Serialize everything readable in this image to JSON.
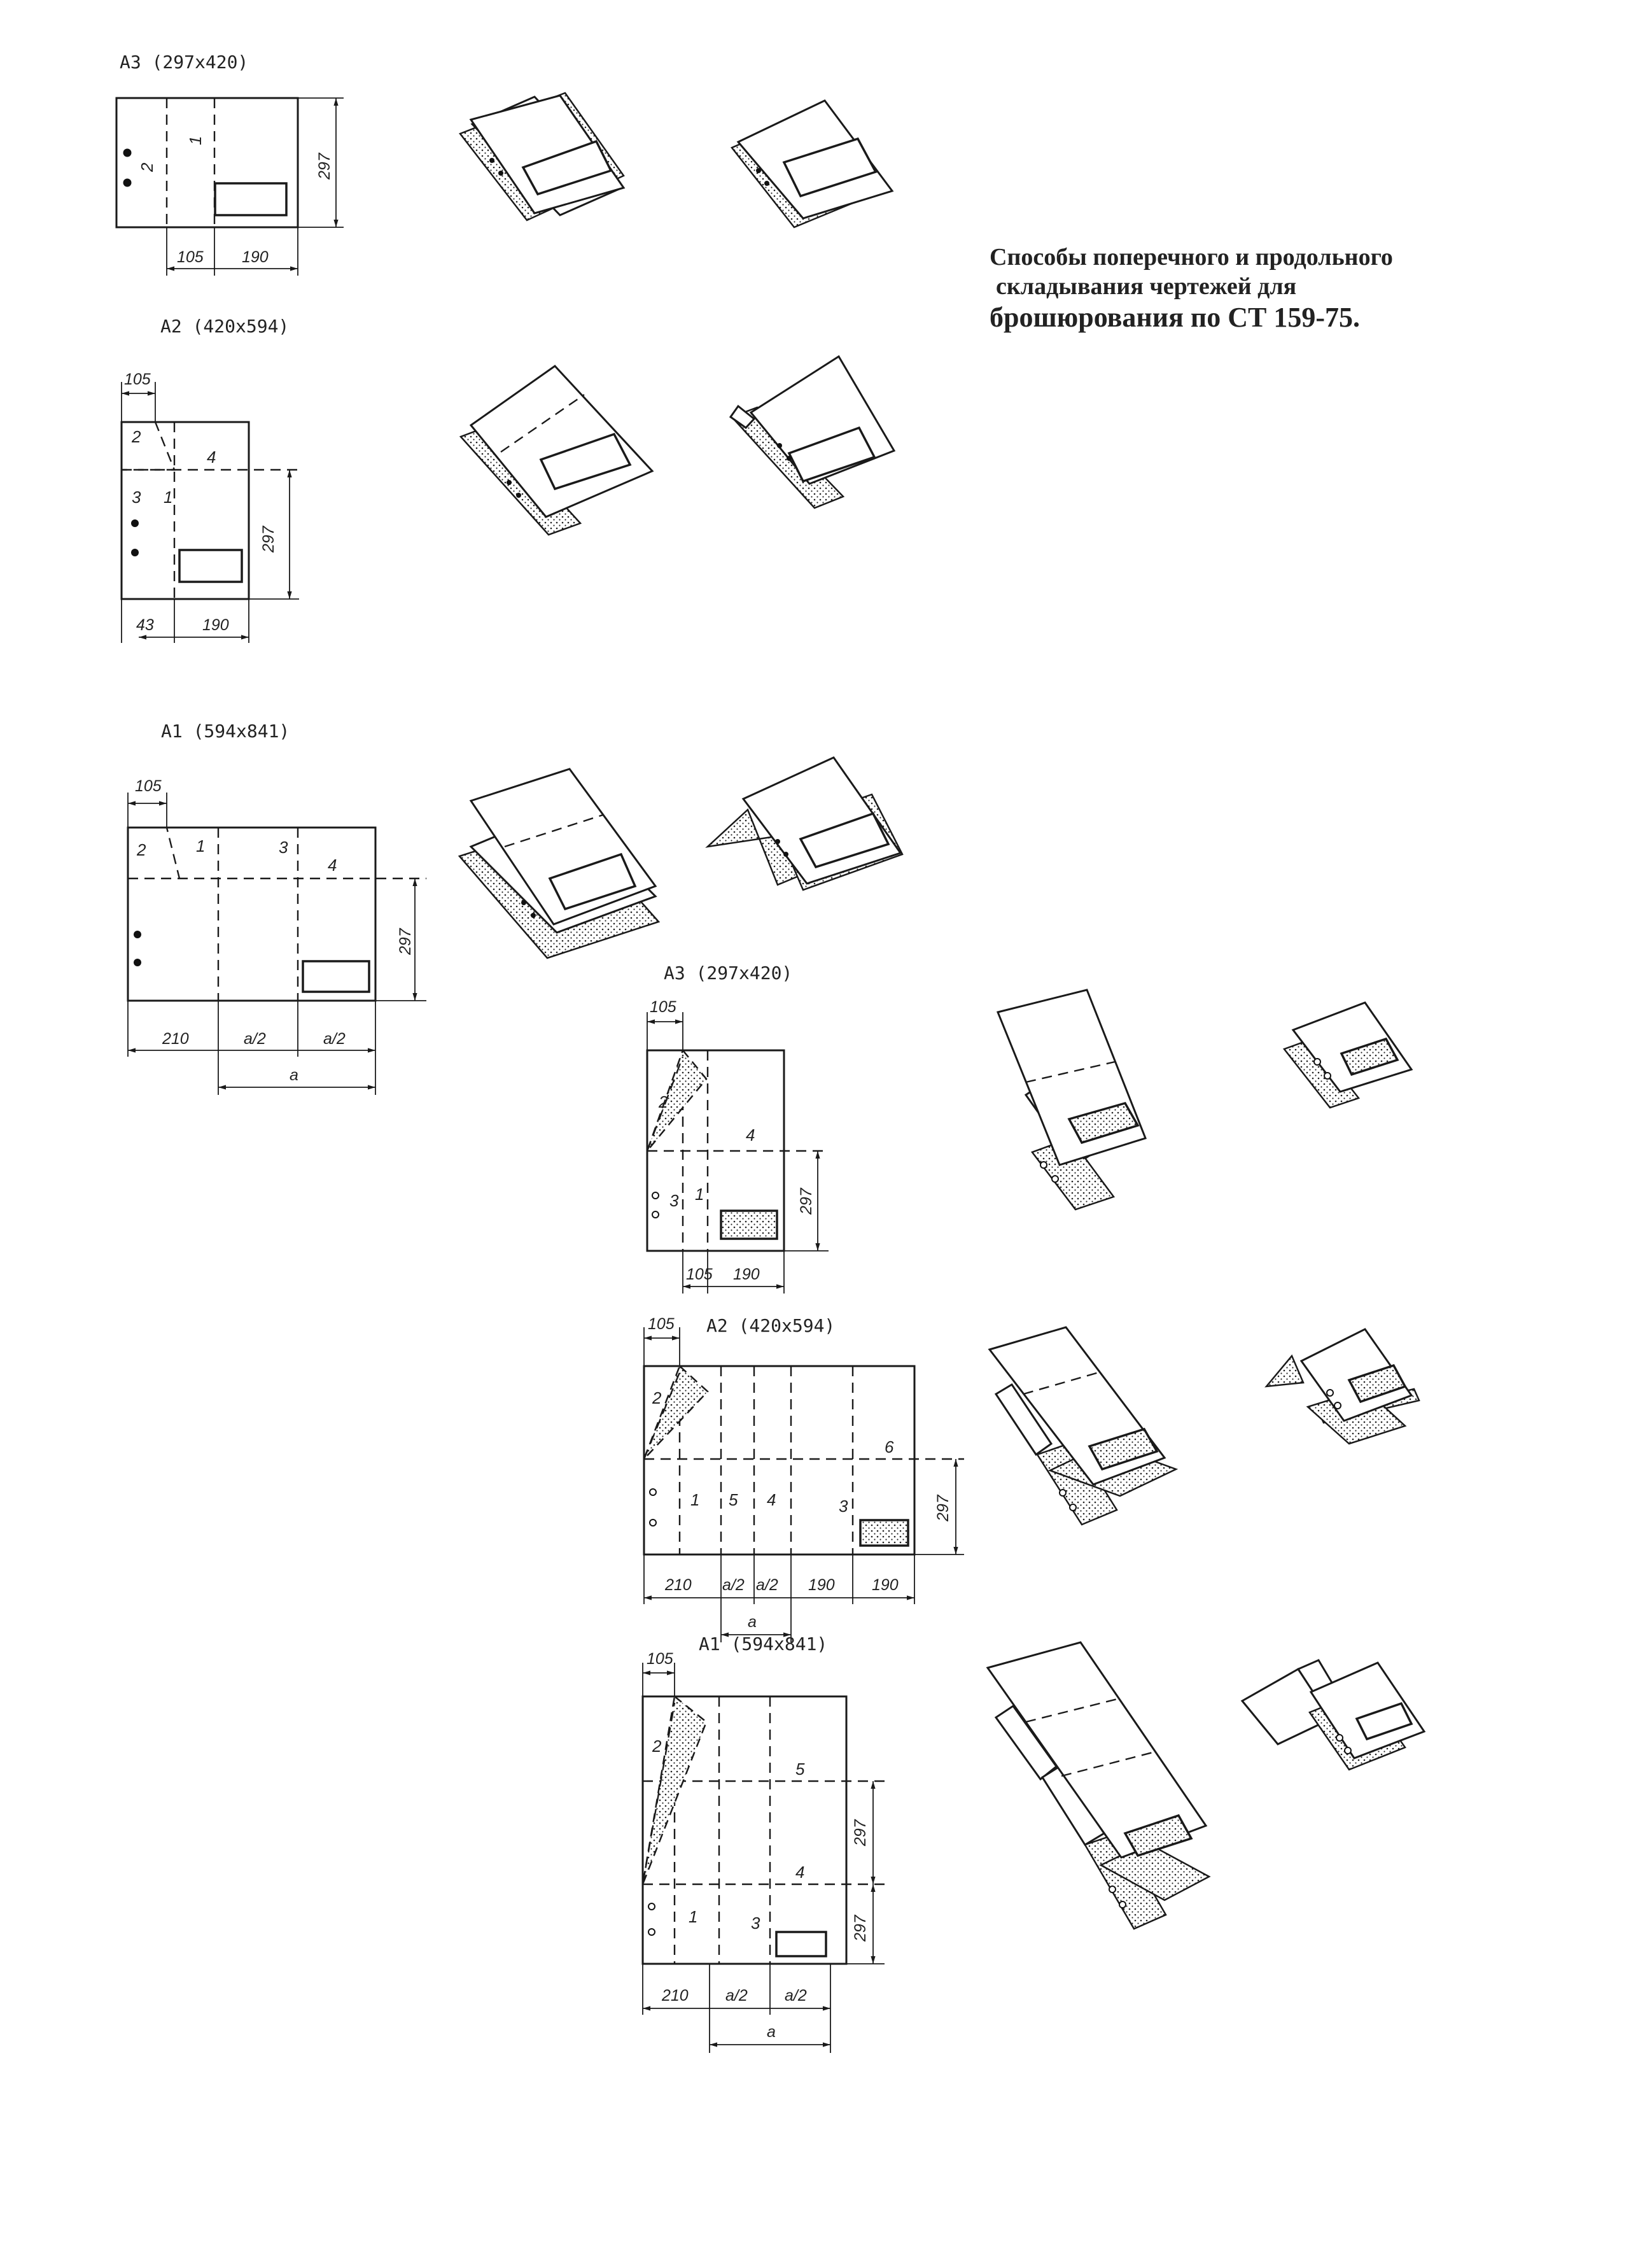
{
  "caption": {
    "line1": "Способы поперечного и продольного",
    "line2": "складывания чертежей для",
    "line3": "брошюрования по СТ 159-75."
  },
  "left": {
    "a3": {
      "title": "А3 (297х420)",
      "dims": [
        "105",
        "190",
        "297"
      ],
      "panels": [
        "1",
        "2"
      ]
    },
    "a2": {
      "title": "А2 (420х594)",
      "dims": [
        "105",
        "43",
        "190",
        "297"
      ],
      "panels": [
        "1",
        "2",
        "3",
        "4"
      ]
    },
    "a1": {
      "title": "А1 (594х841)",
      "dims": [
        "105",
        "210",
        "a/2",
        "a/2",
        "a",
        "297"
      ],
      "panels": [
        "1",
        "2",
        "3",
        "4"
      ]
    }
  },
  "right": {
    "a3": {
      "title": "А3 (297х420)",
      "dims": [
        "105",
        "105",
        "190",
        "297"
      ],
      "panels": [
        "1",
        "2",
        "3",
        "4"
      ]
    },
    "a2": {
      "title": "А2 (420х594)",
      "dims": [
        "105",
        "210",
        "a/2",
        "a/2",
        "190",
        "190",
        "a",
        "297"
      ],
      "panels": [
        "1",
        "2",
        "3",
        "4",
        "5",
        "6"
      ]
    },
    "a1": {
      "title": "А1 (594х841)",
      "dims": [
        "105",
        "210",
        "a/2",
        "a/2",
        "a",
        "297",
        "297"
      ],
      "panels": [
        "1",
        "2",
        "3",
        "4",
        "5"
      ]
    }
  }
}
